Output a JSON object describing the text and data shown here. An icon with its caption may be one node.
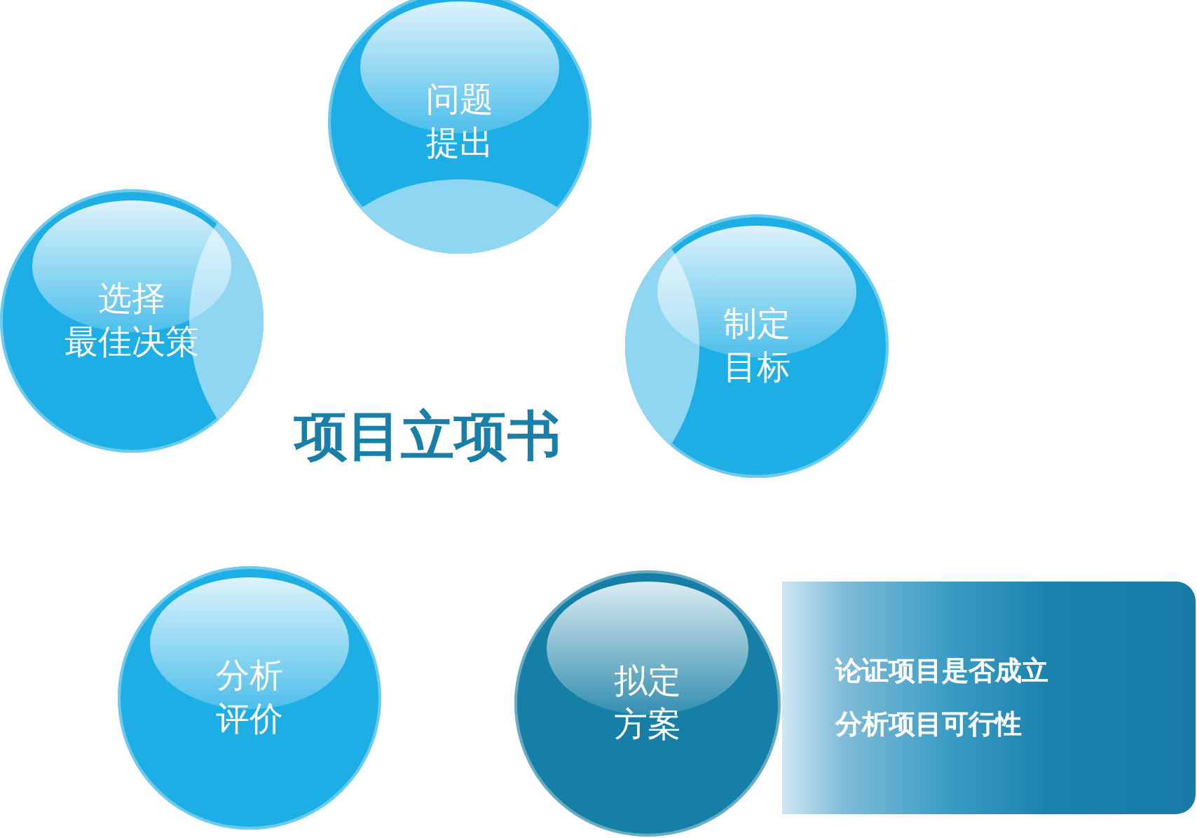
{
  "diagram": {
    "nodes": [
      {
        "text": [
          "项目立项书"
        ]
      },
      {
        "text": [
          "问题",
          "提出"
        ]
      },
      {
        "text": [
          "选择",
          "最佳决策"
        ]
      },
      {
        "text": [
          "制定",
          "目标"
        ]
      },
      {
        "text": [
          "分析",
          "评价"
        ]
      },
      {
        "text": [
          "拟定",
          "方案"
        ]
      },
      {
        "text": [
          "论证项目是否成立",
          "分析项目可行性"
        ]
      }
    ],
    "edges": []
  }
}
